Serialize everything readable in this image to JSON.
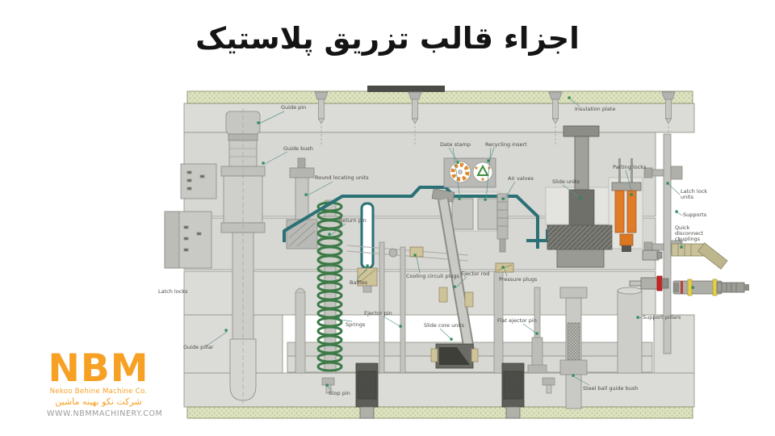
{
  "title": "اجزاء قالب تزریق پلاستیک",
  "logo": {
    "name": "NBM",
    "company_en": "Nekoo Behine Machine Co.",
    "company_fa": "شرکت نکو بهینه ماشین",
    "website": "WWW.NBMMACHINERY.COM",
    "accent": "#F6A024"
  },
  "colors": {
    "cooling_circuit": "#2A7175",
    "spring": "#3C7A46",
    "parting_lock_orange": "#E07B28",
    "insulation_plate": "#DDE2C2",
    "leader_dot_green": "#2E8B57",
    "plate_gray": "#DBDBD7"
  },
  "diagram": {
    "type": "plastic-injection-mold-cross-section",
    "labels": [
      {
        "id": "guide-pin",
        "text": "Guide pin"
      },
      {
        "id": "guide-bush",
        "text": "Guide bush"
      },
      {
        "id": "round-locating-units",
        "text": "Round locating units"
      },
      {
        "id": "date-stamp",
        "text": "Date stamp"
      },
      {
        "id": "recycling-insert",
        "text": "Recycling insert"
      },
      {
        "id": "air-valves",
        "text": "Air valves"
      },
      {
        "id": "slide-units",
        "text": "Slide units"
      },
      {
        "id": "parting-locks",
        "text": "Parting locks"
      },
      {
        "id": "insulation-plate",
        "text": "Insulation plate"
      },
      {
        "id": "return-pin",
        "text": "Return pin"
      },
      {
        "id": "baffles",
        "text": "Baffles"
      },
      {
        "id": "cooling-circuit-plugs",
        "text": "Cooling circuit plugs"
      },
      {
        "id": "ejector-rod",
        "text": "Ejector rod"
      },
      {
        "id": "pressure-plugs",
        "text": "Pressure plugs"
      },
      {
        "id": "springs",
        "text": "Springs"
      },
      {
        "id": "ejector-pin",
        "text": "Ejector pin"
      },
      {
        "id": "slide-core-units",
        "text": "Slide core units"
      },
      {
        "id": "flat-ejector-pin",
        "text": "Flat ejector pin"
      },
      {
        "id": "stop-pin",
        "text": "Stop pin"
      },
      {
        "id": "steel-ball-guide-bush",
        "text": "Steel ball guide bush"
      },
      {
        "id": "latch-locks",
        "text": "Latch locks"
      },
      {
        "id": "guide-pillar",
        "text": "Guide pillar"
      },
      {
        "id": "latch-lock-units",
        "text": "Latch lock units"
      },
      {
        "id": "supports",
        "text": "Supports"
      },
      {
        "id": "quick-couplings",
        "text": "Quick disconnect couplings"
      },
      {
        "id": "support-pillars",
        "text": "Support pillars"
      }
    ]
  }
}
